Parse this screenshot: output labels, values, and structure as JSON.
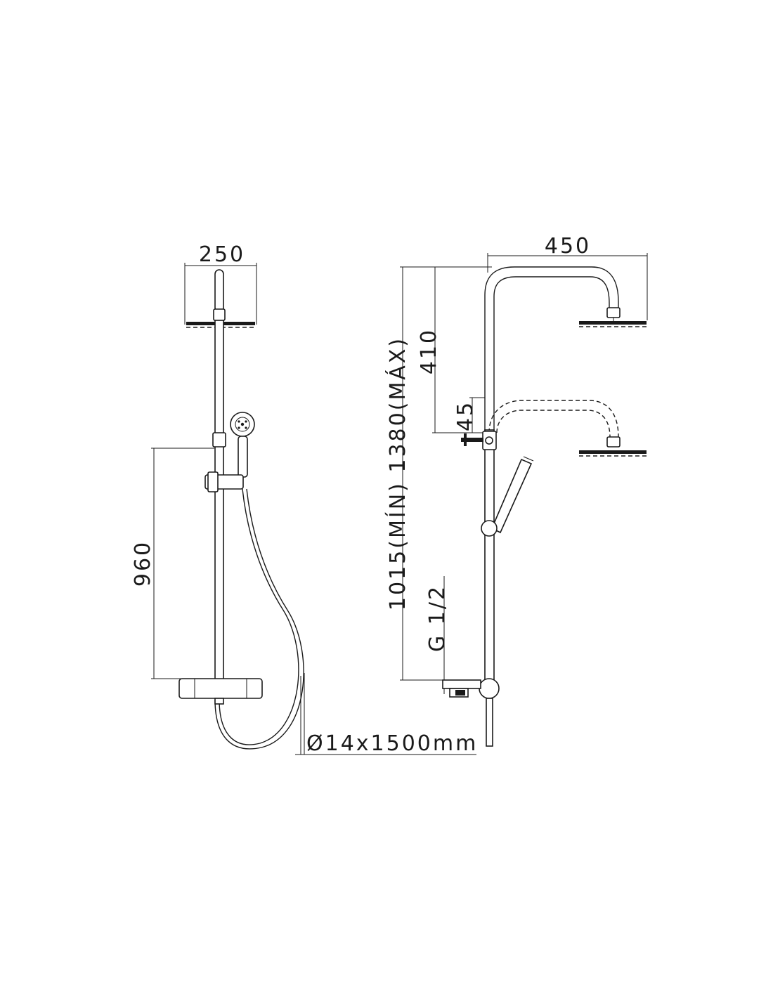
{
  "front_view": {
    "head_width_label": "250",
    "slide_range_label": "960",
    "hose_label": "Ø14x1500mm"
  },
  "side_view": {
    "arm_reach_label": "450",
    "height_label": "1015(MÍN) 1380(MÁX)",
    "adjust_range_label": "410",
    "inlet_offset_label": "45",
    "inlet_thread_label": "G 1/2"
  }
}
